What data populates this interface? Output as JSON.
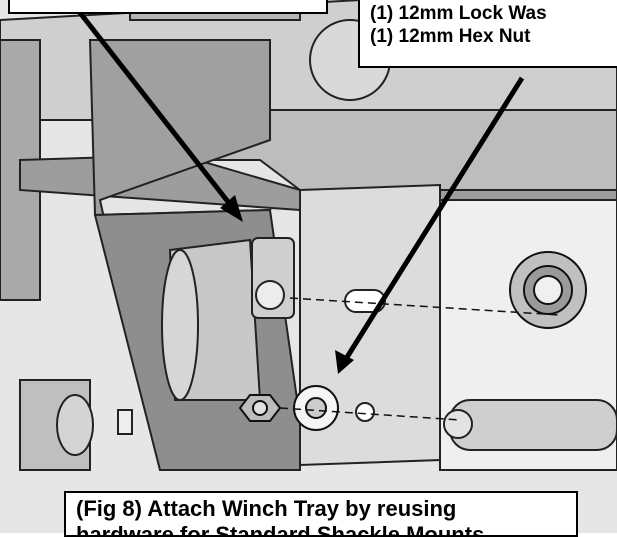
{
  "callouts": {
    "top_right": {
      "line1": "(1) 12mm Lock Was",
      "line2": "(1) 12mm Hex Nut"
    },
    "bottom": {
      "line1": "(Fig 8) Attach Winch Tray by reusing",
      "line2": "hardware for Standard Shackle Mounts"
    }
  },
  "colors": {
    "background": "#ffffff",
    "border": "#000000",
    "arrow": "#000000"
  }
}
